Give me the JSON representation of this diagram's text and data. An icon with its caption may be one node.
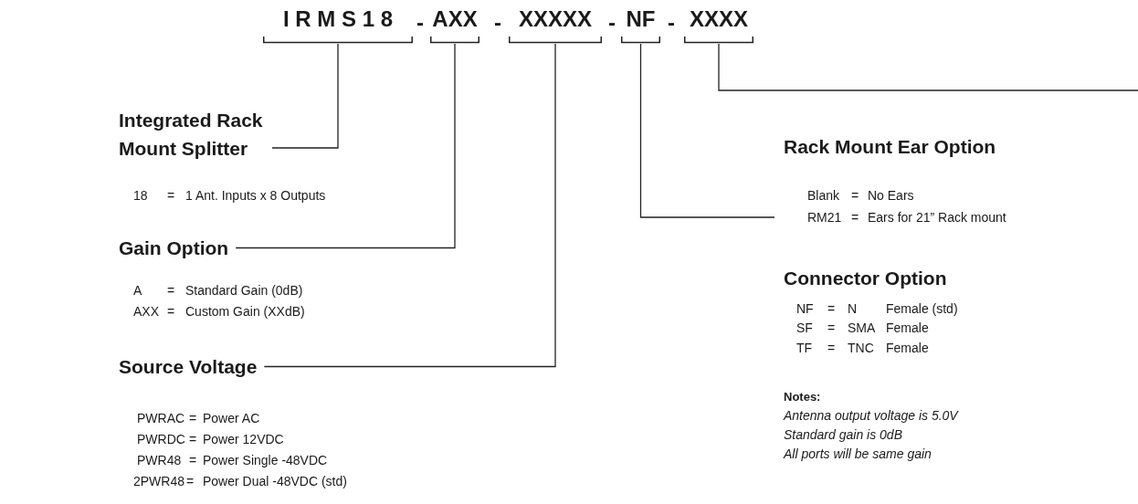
{
  "diagram": {
    "nodes": [
      {
        "text": [
          "I R M S 1 8"
        ]
      },
      {
        "text": [
          "AXX"
        ]
      },
      {
        "text": [
          "XXXXX"
        ]
      },
      {
        "text": [
          "NF"
        ]
      },
      {
        "text": [
          "XXXX"
        ]
      },
      {
        "text": [
          "Integrated Rack Mount Splitter"
        ]
      },
      {
        "text": [
          "Gain Option"
        ]
      },
      {
        "text": [
          "Source Voltage"
        ]
      },
      {
        "text": [
          "Rack Mount Ear Option"
        ]
      },
      {
        "text": [
          "Connector Option"
        ]
      }
    ],
    "edges": [
      {
        "from": 0,
        "to": 5,
        "arrow": "none"
      },
      {
        "from": 1,
        "to": 6,
        "arrow": "none"
      },
      {
        "from": 2,
        "to": 7,
        "arrow": "none"
      },
      {
        "from": 3,
        "to": 8,
        "arrow": "none"
      },
      {
        "from": 4,
        "to": null,
        "arrow": "none"
      }
    ],
    "labels": [
      "-",
      "-",
      "-",
      "-",
      "18",
      "=",
      "1 Ant. Inputs x 8 Outputs",
      "A",
      "=",
      "Standard Gain (0dB)",
      "AXX",
      "=",
      "Custom Gain (XXdB)",
      "PWRAC",
      "=",
      "Power AC",
      "PWRDC",
      "=",
      "Power 12VDC",
      "PWR48",
      "=",
      "Power Single -48VDC",
      "2PWR48",
      "=",
      "Power Dual -48VDC (std)",
      "Blank",
      "=",
      "No Ears",
      "RM21",
      "=",
      "Ears for 21” Rack mount",
      "NF",
      "=",
      "N",
      "Female (std)",
      "SF",
      "=",
      "SMA",
      "Female",
      "TF",
      "=",
      "TNC",
      "Female",
      "Notes:",
      "Antenna output voltage is 5.0V",
      "Standard gain is 0dB",
      "All ports will be same gain"
    ]
  }
}
